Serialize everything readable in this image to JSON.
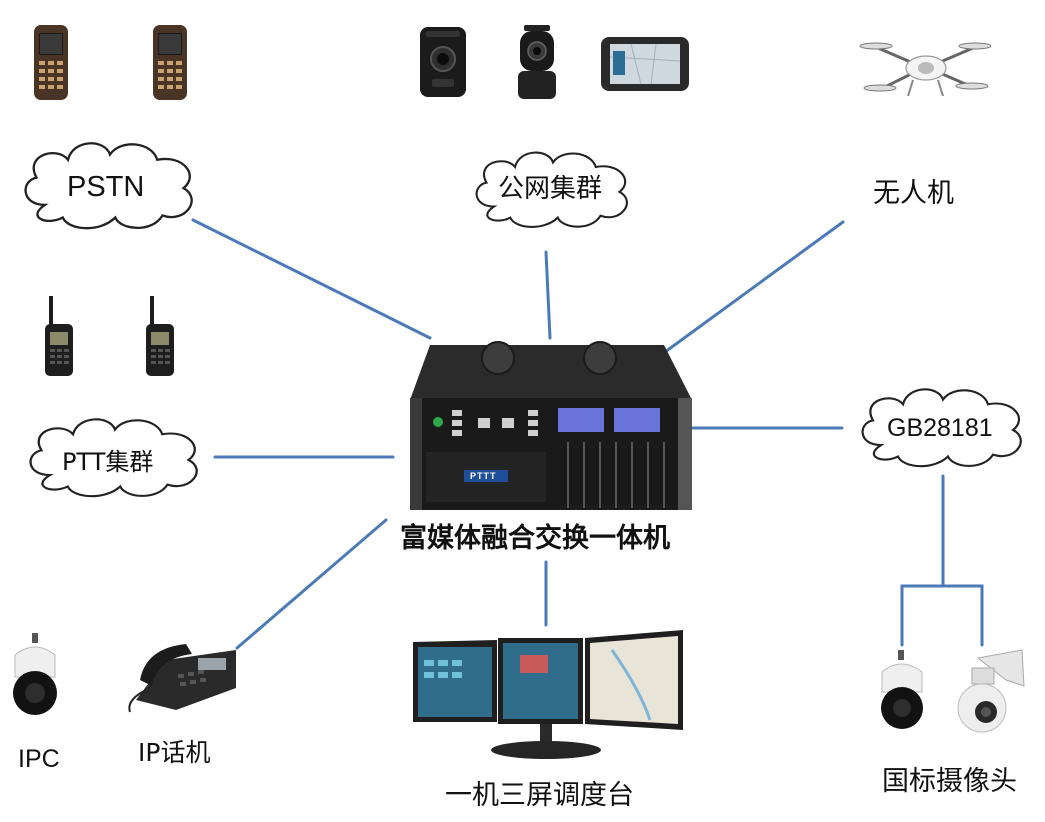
{
  "center": {
    "label": "富媒体融合交换一体机",
    "brand": "PTTT"
  },
  "clouds": {
    "pstn": "PSTN",
    "public_trunk": "公网集群",
    "ptt_trunk": "PTT集群",
    "gb28181": "GB28181"
  },
  "endpoints": {
    "drone": "无人机",
    "ipc": "IPC",
    "ip_phone": "IP话机",
    "dispatch_console": "一机三屏调度台",
    "gb_camera": "国标摄像头"
  },
  "colors": {
    "link": "#4a7ab8",
    "cloud_stroke": "#222222",
    "text": "#111111"
  }
}
